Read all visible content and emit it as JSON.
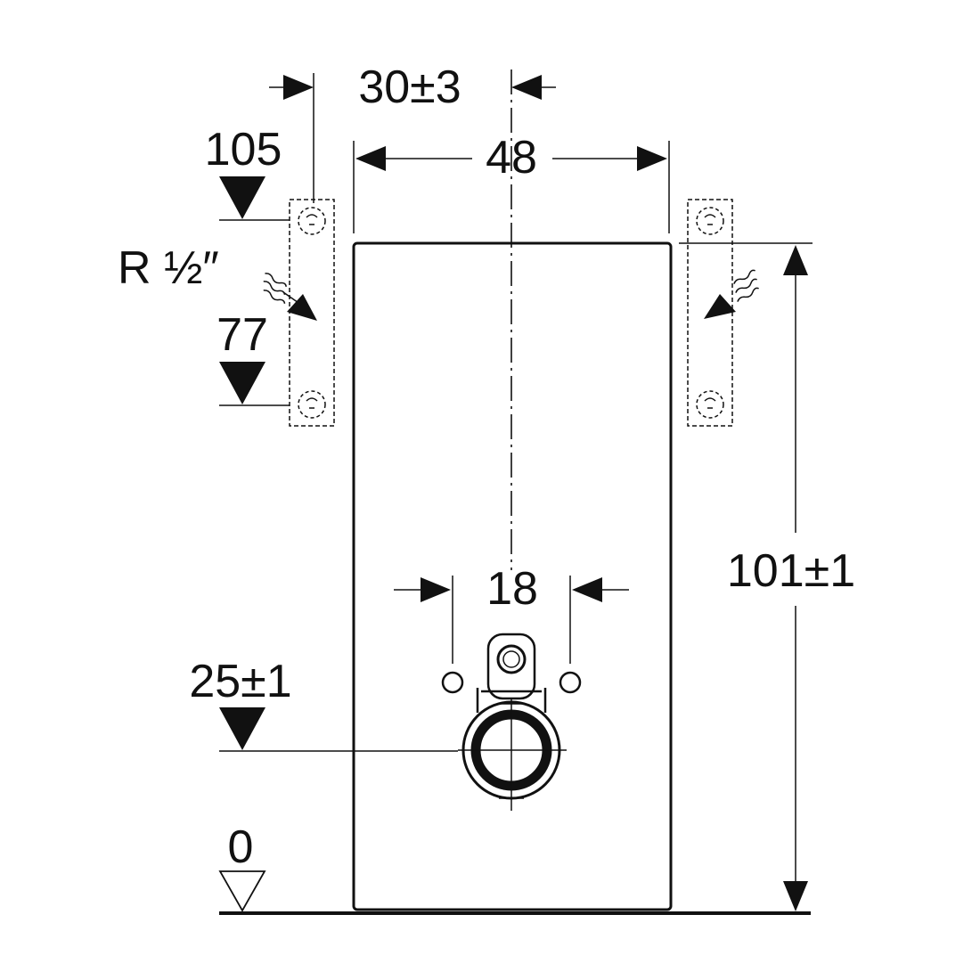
{
  "dimensions": {
    "top_offset": "30±3",
    "width": "48",
    "level_105": "105",
    "thread": "R ½″",
    "level_77": "77",
    "hole_spacing": "18",
    "level_25": "25±1",
    "level_0": "0",
    "height": "101±1"
  },
  "colors": {
    "ink": "#111111",
    "background": "#ffffff"
  }
}
